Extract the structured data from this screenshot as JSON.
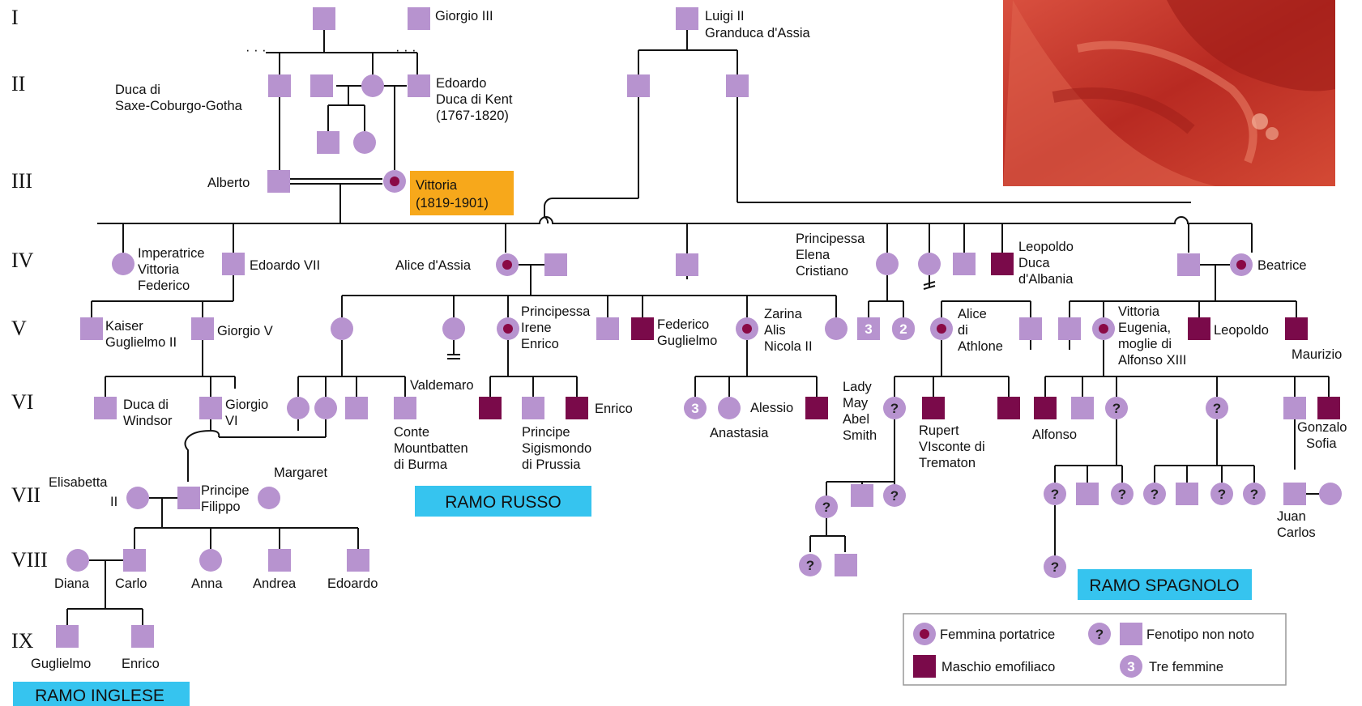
{
  "colors": {
    "unknown": "#b793cf",
    "hemophiliac": "#7a0a4a",
    "carrier_dot": "#8a0a45",
    "line": "#111111",
    "highlight": "#f7a81b",
    "branch": "#36c4ef",
    "photo": "#c4362b"
  },
  "generations": [
    "I",
    "II",
    "III",
    "IV",
    "V",
    "VI",
    "VII",
    "VIII",
    "IX"
  ],
  "names": {
    "n01": "Giorgio III",
    "n02": "Luigi II",
    "n03": "Granduca d'Assia",
    "n04": "Duca di",
    "n05": "Saxe-Coburgo-Gotha",
    "n06": "Edoardo",
    "n07": "Duca di Kent",
    "n08": "(1767-1820)",
    "n09": "Alberto",
    "n10": "Vittoria",
    "n11": "(1819-1901)",
    "n12": "Imperatrice",
    "n13": "Vittoria",
    "n14": "Federico",
    "n15": "Edoardo VII",
    "n16": "Alice d'Assia",
    "n17": "Principessa",
    "n18": "Elena",
    "n19": "Cristiano",
    "n20": "Leopoldo",
    "n21": "Duca",
    "n22": "d'Albania",
    "n23": "Beatrice",
    "n24": "Kaiser",
    "n25": "Guglielmo II",
    "n26": "Giorgio V",
    "n27": "Principessa",
    "n28": "Irene",
    "n29": "Enrico",
    "n30": "Federico",
    "n31": "Guglielmo",
    "n32": "Zarina",
    "n33": "Alis",
    "n34": "Nicola II",
    "n35": "Alice",
    "n36": "di",
    "n37": "Athlone",
    "n38": "Vittoria",
    "n39": "Eugenia,",
    "n40": "moglie di",
    "n41": "Alfonso XIII",
    "n42": "Leopoldo",
    "n43": "Maurizio",
    "n44": "Duca di",
    "n45": "Windsor",
    "n46": "Giorgio",
    "n47": "VI",
    "n48": "Valdemaro",
    "n49": "Conte",
    "n50": "Mountbatten",
    "n51": "di Burma",
    "n52": "Principe",
    "n53": "Sigismondo",
    "n54": "di Prussia",
    "n55": "Enrico",
    "n56": "Alessio",
    "n57": "Anastasia",
    "n58": "Lady",
    "n59": "May",
    "n60": "Abel",
    "n61": "Smith",
    "n62": "Rupert",
    "n63": "VIsconte di",
    "n64": "Trematon",
    "n65": "Alfonso",
    "n66": "Gonzalo",
    "n67": "Sofia",
    "n68": "Elisabetta",
    "n69": "II",
    "n70": "Principe",
    "n71": "Filippo",
    "n72": "Margaret",
    "n73": "Juan",
    "n74": "Carlos",
    "n75": "Diana",
    "n76": "Carlo",
    "n77": "Anna",
    "n78": "Andrea",
    "n79": "Edoardo",
    "n80": "Guglielmo",
    "n81": "Enrico"
  },
  "symbols": {
    "unknown": "?",
    "three": "3",
    "two": "2"
  },
  "branches": {
    "english": "RAMO INGLESE",
    "russian": "RAMO RUSSO",
    "spanish": "RAMO SPAGNOLO"
  },
  "legend": {
    "carrier_female": "Femmina portatrice",
    "unknown_phenotype": "Fenotipo non noto",
    "hemophiliac_male": "Maschio emofiliaco",
    "three_females": "Tre femmine"
  }
}
